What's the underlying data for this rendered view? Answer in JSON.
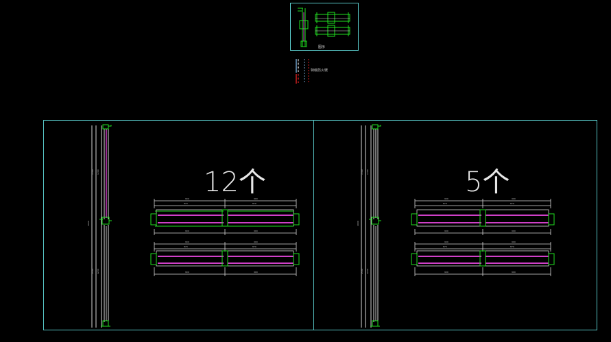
{
  "thumbnail": {
    "caption": "图示"
  },
  "legend": {
    "note": "特级防火玻"
  },
  "sheets": [
    {
      "id": "left",
      "count_label": "12个"
    },
    {
      "id": "right",
      "count_label": "5个"
    }
  ],
  "colors": {
    "background": "#000000",
    "frame": "#58c8c8",
    "profile": "#1fe01f",
    "glass": "#d040c8",
    "dimension": "#d8d8d8",
    "legend_blue": "#6fa0c8",
    "legend_red": "#d02020"
  }
}
